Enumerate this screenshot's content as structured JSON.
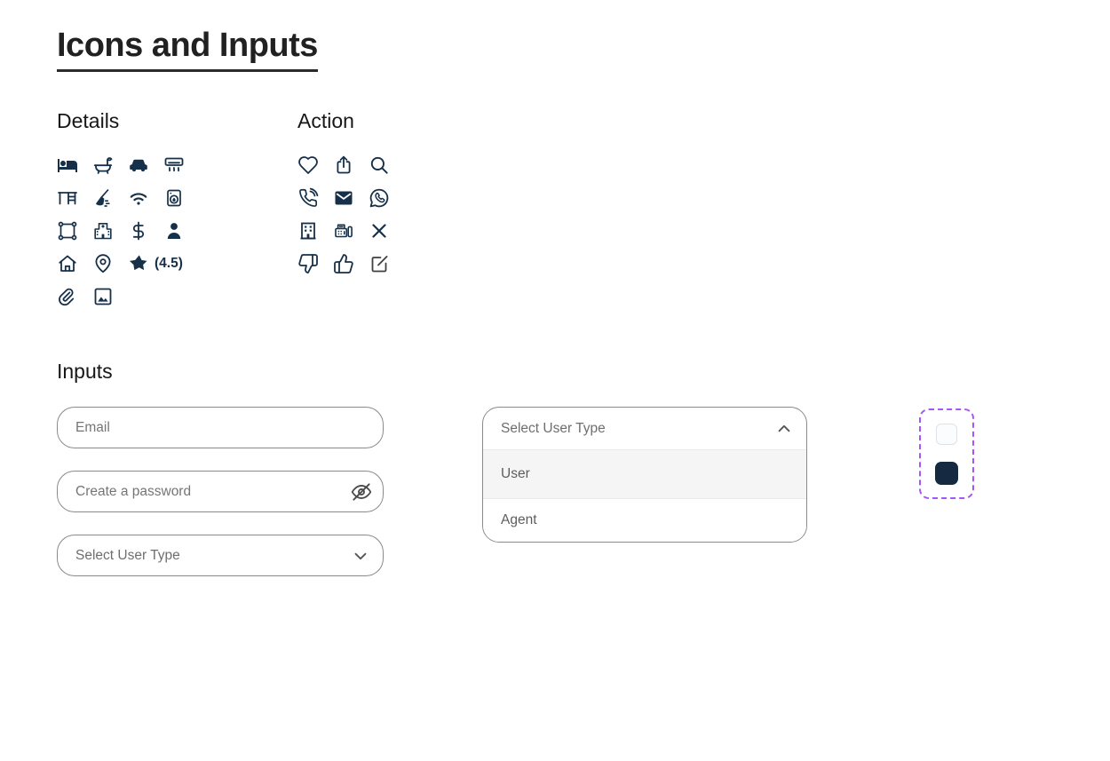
{
  "page": {
    "title": "Icons and Inputs"
  },
  "sections": {
    "details": {
      "label": "Details",
      "icons": [
        "bed",
        "bathtub",
        "car",
        "air-conditioner",
        "desk",
        "broom",
        "wifi",
        "washing-machine",
        "vector-square",
        "hospital",
        "dollar-sign",
        "person",
        "house",
        "map-pin",
        "star",
        "paperclip",
        "image"
      ],
      "rating": "(4.5)"
    },
    "action": {
      "label": "Action",
      "icons": [
        "heart",
        "share",
        "search",
        "phone-call",
        "mail",
        "whatsapp",
        "office-building",
        "fax",
        "close",
        "thumbs-down",
        "thumbs-up",
        "edit"
      ]
    },
    "inputs": {
      "label": "Inputs"
    }
  },
  "inputs": {
    "email": {
      "value": "",
      "placeholder": "Email"
    },
    "password": {
      "value": "",
      "placeholder": "Create a password",
      "visibility_toggle": "eye-off"
    },
    "user_type_select": {
      "selected": "",
      "placeholder": "Select User Type"
    }
  },
  "dropdown": {
    "placeholder": "Select User Type",
    "state": "expanded",
    "options": [
      {
        "label": "User"
      },
      {
        "label": "Agent"
      }
    ]
  },
  "checkbox_group": {
    "unchecked_state": "unchecked",
    "checked_state": "checked"
  },
  "colors": {
    "icon_navy": "#16304a",
    "edit_icon_gray": "#3f3f3f",
    "accent_purple": "#a855f7",
    "checkbox_checked": "#152a40",
    "input_border": "#8a8a8a",
    "heading_text": "#212121",
    "placeholder_text": "#757575",
    "option_hover_bg": "#f5f5f5"
  }
}
